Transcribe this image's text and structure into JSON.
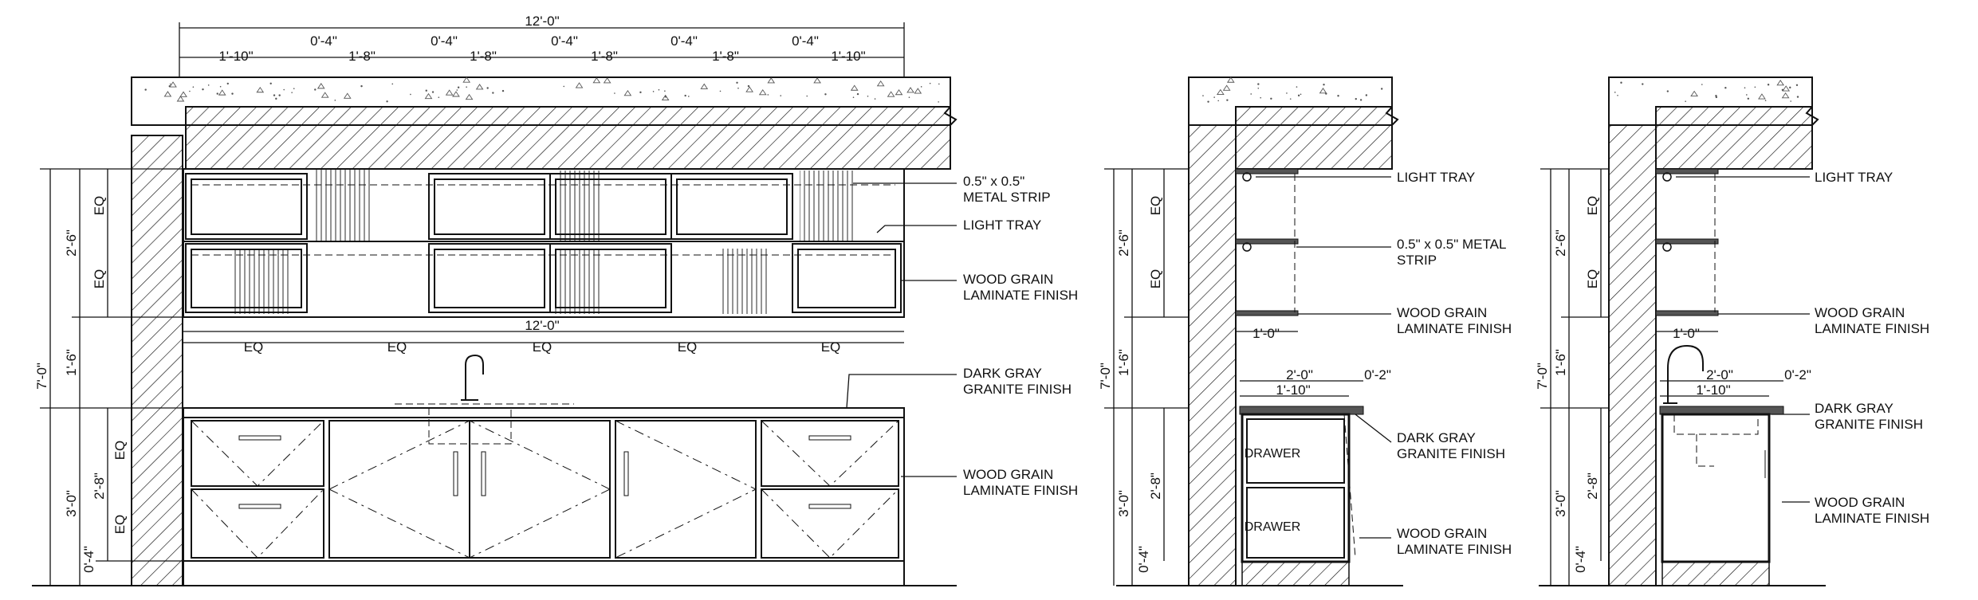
{
  "colors": {
    "ink": "#111111",
    "background": "#ffffff",
    "concrete_speckle": "#555555"
  },
  "front_elevation": {
    "overall_width": "12'-0\"",
    "top_dims": [
      "1'-10\"",
      "0'-4\"",
      "1'-8\"",
      "0'-4\"",
      "1'-8\"",
      "0'-4\"",
      "1'-8\"",
      "0'-4\"",
      "1'-8\"",
      "0'-4\"",
      "1'-10\""
    ],
    "mid_width": "12'-0\"",
    "eq_labels": [
      "EQ",
      "EQ",
      "EQ",
      "EQ",
      "EQ"
    ],
    "left_vertical": {
      "total": "7'-0\"",
      "upper": "2'-6\"",
      "mid": "1'-6\"",
      "lower": "3'-0\"",
      "upper_eq": [
        "EQ",
        "EQ"
      ],
      "inner": "2'-8\"",
      "inner_eq": [
        "EQ",
        "EQ"
      ],
      "toe": "0'-4\""
    },
    "callouts": {
      "metal_strip": [
        "0.5\" x 0.5\"",
        "METAL STRIP"
      ],
      "light_tray": "LIGHT TRAY",
      "wood_upper": [
        "WOOD GRAIN",
        "LAMINATE FINISH"
      ],
      "granite": [
        "DARK GRAY",
        "GRANITE FINISH"
      ],
      "wood_lower": [
        "WOOD GRAIN",
        "LAMINATE FINISH"
      ]
    }
  },
  "section_a": {
    "vertical": {
      "total": "7'-0\"",
      "upper": "2'-6\"",
      "mid": "1'-6\"",
      "lower": "3'-0\"",
      "upper_eq": [
        "EQ",
        "EQ"
      ],
      "inner": "2'-8\"",
      "toe": "0'-4\""
    },
    "shelf_depth": "1'-0\"",
    "counter_depth": "2'-0\"",
    "counter_overhang": "0'-2\"",
    "cabinet_depth": "1'-10\"",
    "drawer_labels": [
      "DRAWER",
      "DRAWER"
    ],
    "callouts": {
      "light_tray": "LIGHT TRAY",
      "metal_strip": [
        "0.5\" x 0.5\" METAL",
        "STRIP"
      ],
      "wood_upper": [
        "WOOD GRAIN",
        "LAMINATE FINISH"
      ],
      "granite": [
        "DARK GRAY",
        "GRANITE FINISH"
      ],
      "wood_lower": [
        "WOOD GRAIN",
        "LAMINATE FINISH"
      ]
    }
  },
  "section_b": {
    "vertical": {
      "total": "7'-0\"",
      "upper": "2'-6\"",
      "mid": "1'-6\"",
      "lower": "3'-0\"",
      "upper_eq": [
        "EQ",
        "EQ"
      ],
      "inner": "2'-8\"",
      "toe": "0'-4\""
    },
    "shelf_depth": "1'-0\"",
    "counter_depth": "2'-0\"",
    "counter_overhang": "0'-2\"",
    "cabinet_depth": "1'-10\"",
    "callouts": {
      "light_tray": "LIGHT TRAY",
      "wood_upper": [
        "WOOD GRAIN",
        "LAMINATE FINISH"
      ],
      "granite": [
        "DARK GRAY",
        "GRANITE FINISH"
      ],
      "wood_lower": [
        "WOOD GRAIN",
        "LAMINATE FINISH"
      ]
    }
  }
}
